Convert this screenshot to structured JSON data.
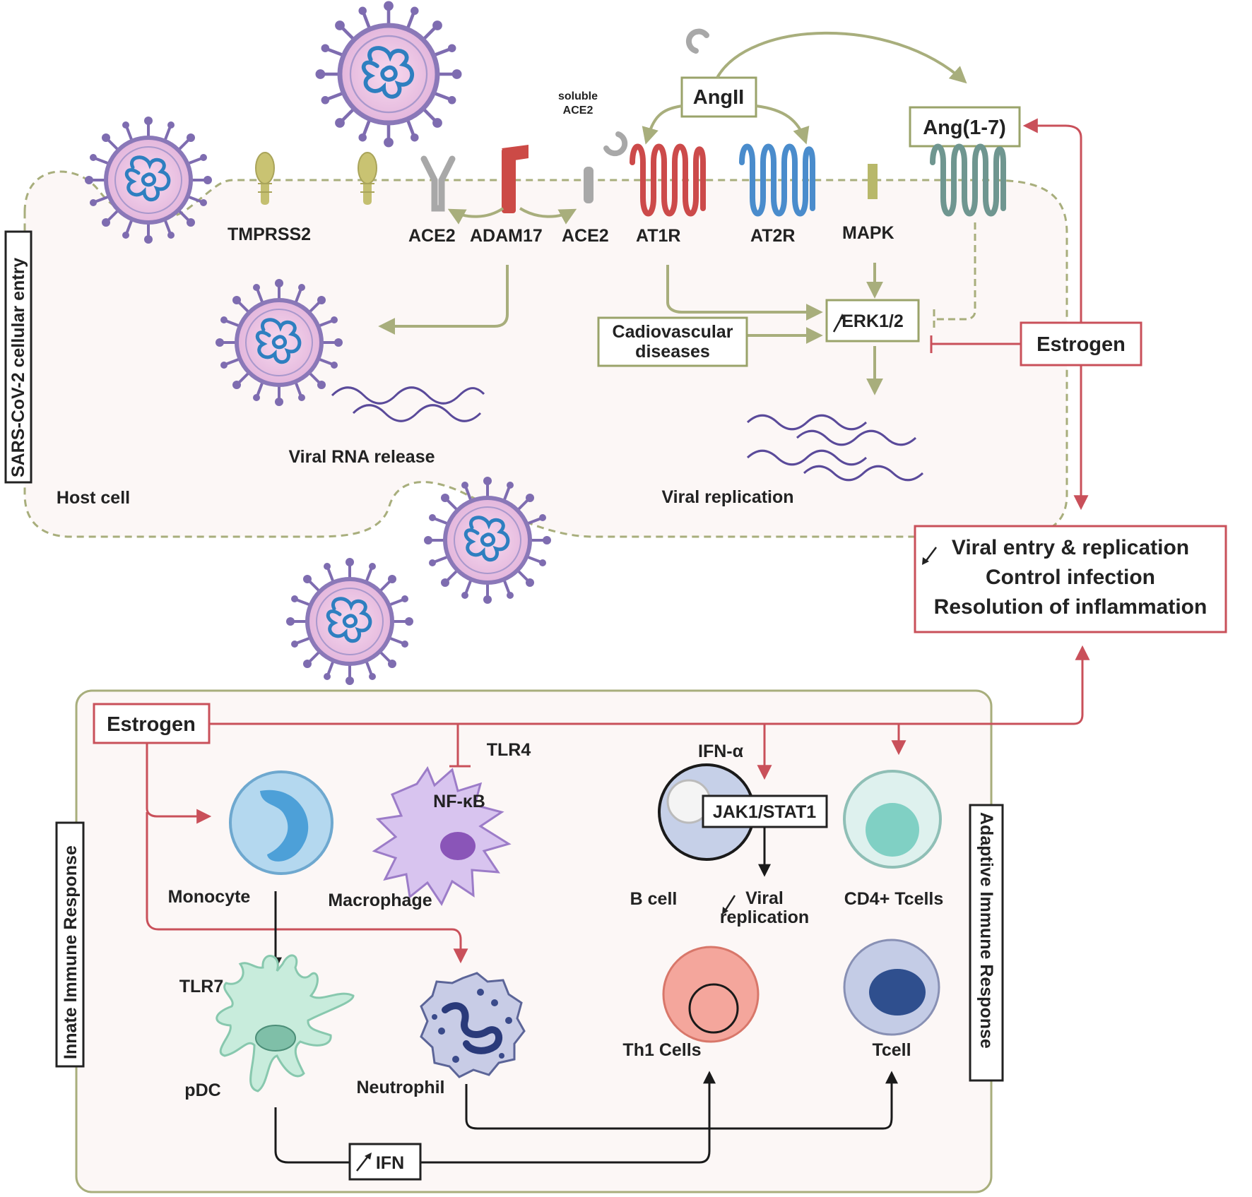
{
  "entry": {
    "side_label": "SARS-CoV-2 cellular entry",
    "host_cell": "Host cell",
    "tmprss2": "TMPRSS2",
    "ace2_left": "ACE2",
    "adam17": "ADAM17",
    "ace2_right": "ACE2",
    "soluble_ace2_line1": "soluble",
    "soluble_ace2_line2": "ACE2",
    "angII": "AngII",
    "ang17": "Ang(1-7)",
    "at1r": "AT1R",
    "at2r": "AT2R",
    "mapk": "MAPK",
    "erk": "ERK1/2",
    "cardio_line1": "Cadiovascular",
    "cardio_line2": "diseases",
    "estrogen": "Estrogen",
    "viral_rna_release": "Viral RNA release",
    "viral_replication": "Viral replication"
  },
  "outcome": {
    "line1": "Viral entry & replication",
    "line2": "Control infection",
    "line3": "Resolution of inflammation"
  },
  "immune": {
    "innate_label": "Innate Immune Response",
    "adaptive_label": "Adaptive Immune Response",
    "estrogen": "Estrogen",
    "tlr4": "TLR4",
    "nfkb": "NF-κB",
    "ifn_alpha": "IFN-α",
    "jak_stat": "JAK1/STAT1",
    "monocyte": "Monocyte",
    "macrophage": "Macrophage",
    "b_cell": "B cell",
    "viral_rep_line1": "Viral",
    "viral_rep_line2": "replication",
    "cd4": "CD4+ Tcells",
    "tlr7": "TLR7",
    "pdc": "pDC",
    "neutrophil": "Neutrophil",
    "th1": "Th1 Cells",
    "tcell": "Tcell",
    "ifn": "IFN"
  },
  "colors": {
    "olive": "#a8ae7c",
    "red": "#c9505a",
    "virus": "#8a78b8",
    "rna": "#2e7fc0"
  }
}
